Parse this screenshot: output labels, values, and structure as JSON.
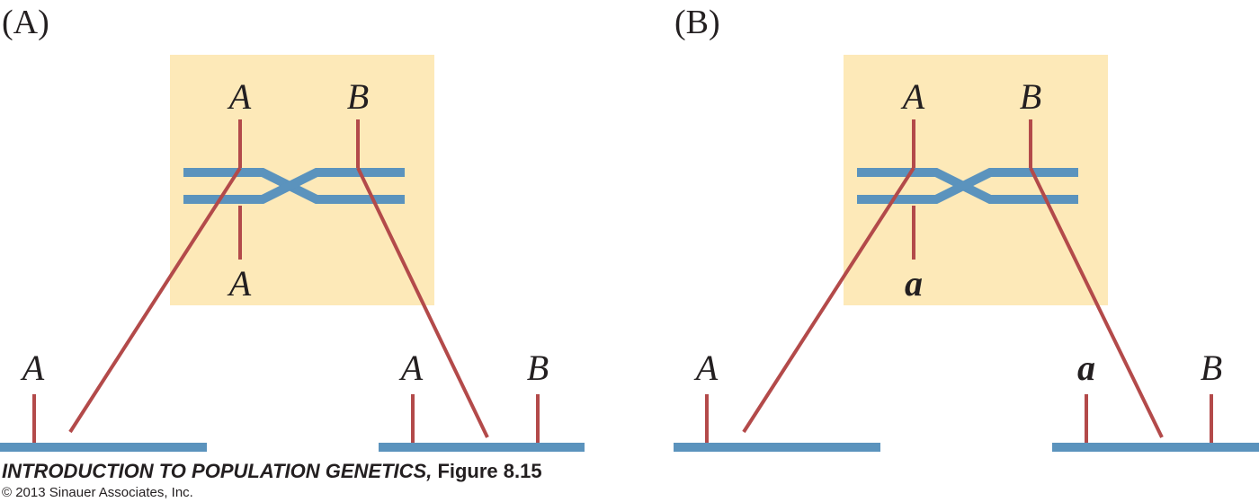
{
  "colors": {
    "chromosome": "#5b93bd",
    "locus": "#b34a4a",
    "highlight_box": "#fde9b8"
  },
  "panels": [
    {
      "label": "(A)",
      "box_top_labels": [
        "A",
        "B"
      ],
      "box_bottom_label": "A",
      "left_chromosome_label": "A",
      "right_chromosome_labels": [
        "A",
        "B"
      ]
    },
    {
      "label": "(B)",
      "box_top_labels": [
        "A",
        "B"
      ],
      "box_bottom_label": "a",
      "left_chromosome_label": "A",
      "right_chromosome_labels": [
        "a",
        "B"
      ]
    }
  ],
  "caption": {
    "book_title": "INTRODUCTION TO POPULATION GENETICS,",
    "figure_ref": "Figure 8.15",
    "copyright": "© 2013 Sinauer Associates, Inc."
  }
}
